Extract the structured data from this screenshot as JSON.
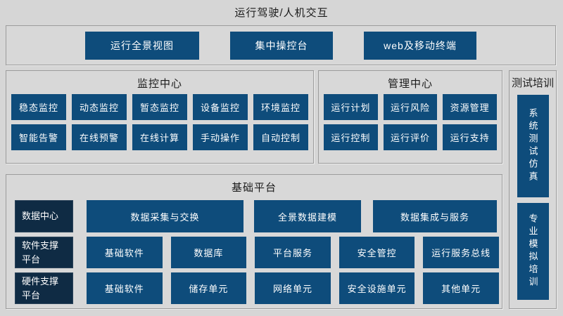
{
  "page_title": "运行驾驶/人机交互",
  "colors": {
    "background": "#d6d6d6",
    "button_blue": "#0e4c7b",
    "label_navy": "#0f2b44",
    "panel_border": "#9c9c9c",
    "button_text": "#ffffff"
  },
  "top_panel": {
    "buttons": [
      "运行全景视图",
      "集中操控台",
      "web及移动终端"
    ]
  },
  "monitoring_center": {
    "title": "监控中心",
    "rows": [
      [
        "稳态监控",
        "动态监控",
        "暂态监控",
        "设备监控",
        "环境监控"
      ],
      [
        "智能告警",
        "在线预警",
        "在线计算",
        "手动操作",
        "自动控制"
      ]
    ]
  },
  "management_center": {
    "title": "管理中心",
    "rows": [
      [
        "运行计划",
        "运行风险",
        "资源管理"
      ],
      [
        "运行控制",
        "运行评价",
        "运行支持"
      ]
    ]
  },
  "test_training": {
    "title": "测试培训",
    "buttons": [
      "系统测试仿真",
      "专业模拟培训"
    ]
  },
  "base_platform": {
    "title": "基础平台",
    "rows": [
      {
        "label": "数据中心",
        "buttons": [
          "数据采集与交换",
          "全景数据建模",
          "数据集成与服务"
        ]
      },
      {
        "label": "软件支撑平台",
        "buttons": [
          "基础软件",
          "数据库",
          "平台服务",
          "安全管控",
          "运行服务总线"
        ]
      },
      {
        "label": "硬件支撑平台",
        "buttons": [
          "基础软件",
          "储存单元",
          "网络单元",
          "安全设施单元",
          "其他单元"
        ]
      }
    ]
  }
}
